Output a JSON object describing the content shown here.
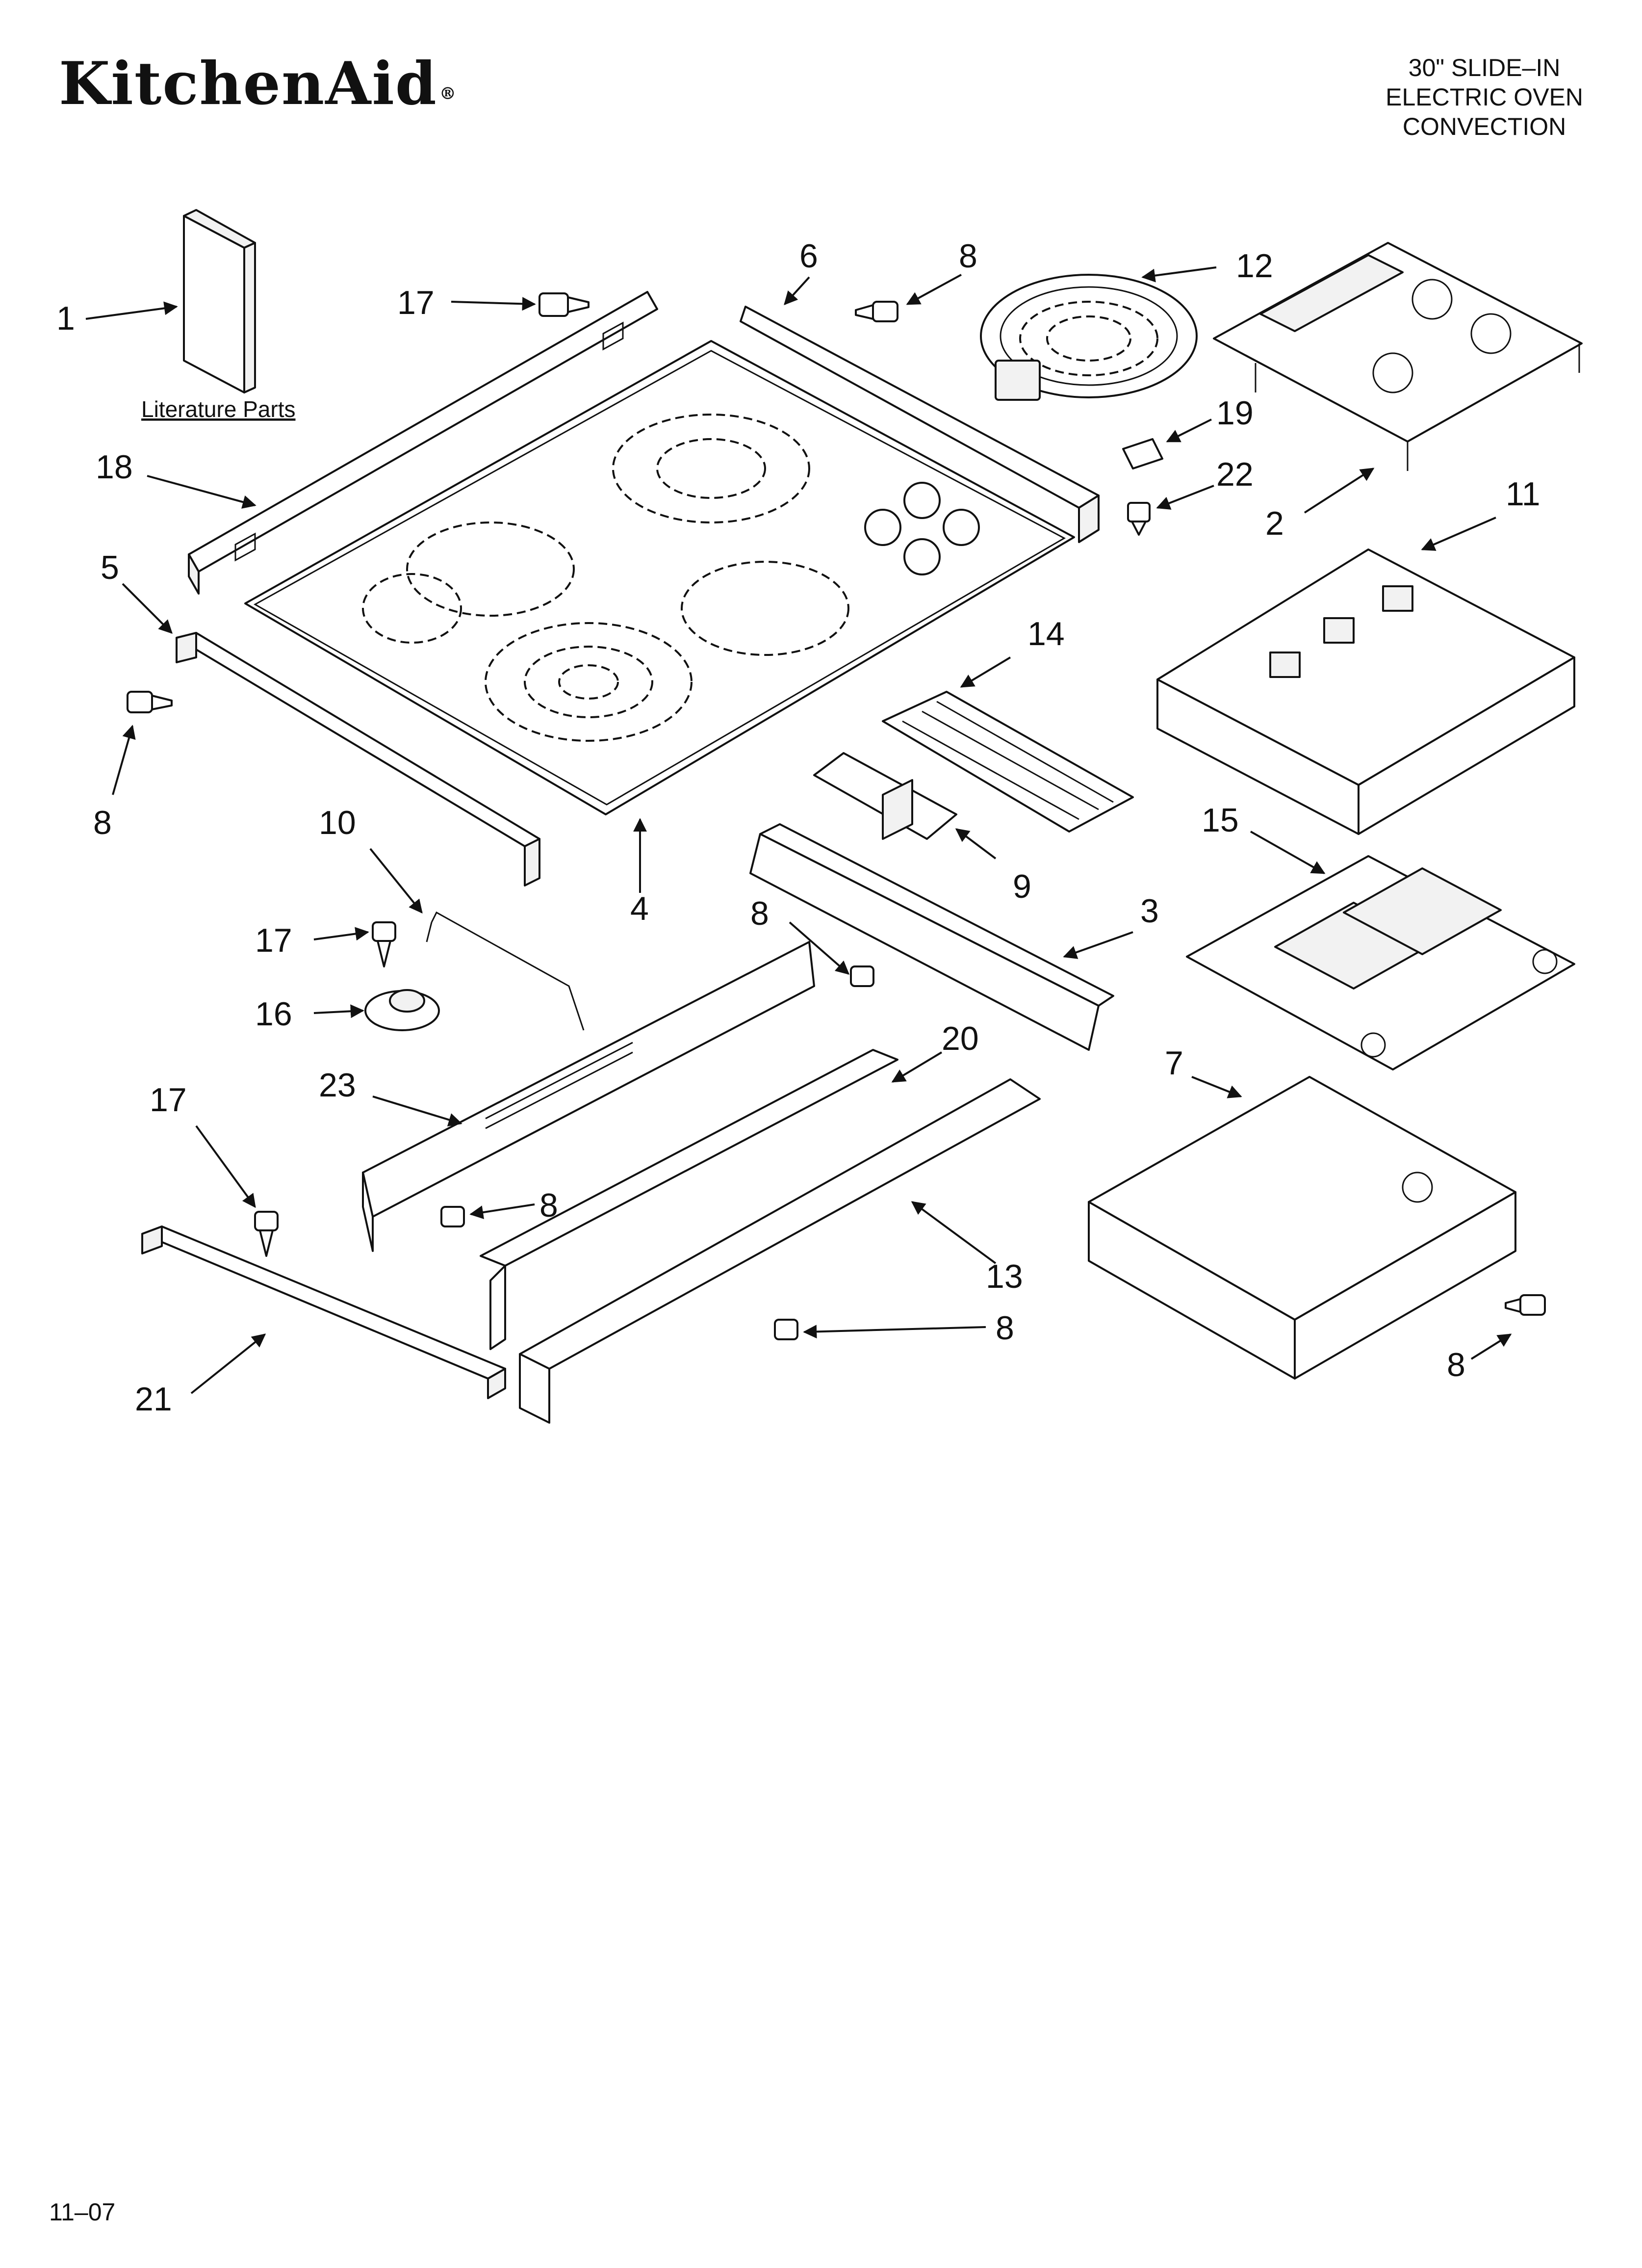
{
  "header": {
    "brand": "KitchenAid",
    "brand_mark": "®",
    "model_lines": [
      "30\" SLIDE–IN",
      "ELECTRIC OVEN",
      "CONVECTION"
    ]
  },
  "literature_caption": "Literature Parts",
  "callouts": [
    {
      "id": "c1",
      "text": "1"
    },
    {
      "id": "c17a",
      "text": "17"
    },
    {
      "id": "c18",
      "text": "18"
    },
    {
      "id": "c5",
      "text": "5"
    },
    {
      "id": "c8a",
      "text": "8"
    },
    {
      "id": "c6",
      "text": "6"
    },
    {
      "id": "c8b",
      "text": "8"
    },
    {
      "id": "c12",
      "text": "12"
    },
    {
      "id": "c19",
      "text": "19"
    },
    {
      "id": "c22",
      "text": "22"
    },
    {
      "id": "c2",
      "text": "2"
    },
    {
      "id": "c11",
      "text": "11"
    },
    {
      "id": "c14",
      "text": "14"
    },
    {
      "id": "c4",
      "text": "4"
    },
    {
      "id": "c10",
      "text": "10"
    },
    {
      "id": "c9",
      "text": "9"
    },
    {
      "id": "c3",
      "text": "3"
    },
    {
      "id": "c8c",
      "text": "8"
    },
    {
      "id": "c15",
      "text": "15"
    },
    {
      "id": "c17b",
      "text": "17"
    },
    {
      "id": "c16",
      "text": "16"
    },
    {
      "id": "c20",
      "text": "20"
    },
    {
      "id": "c23",
      "text": "23"
    },
    {
      "id": "c7",
      "text": "7"
    },
    {
      "id": "c17c",
      "text": "17"
    },
    {
      "id": "c8d",
      "text": "8"
    },
    {
      "id": "c13",
      "text": "13"
    },
    {
      "id": "c8e",
      "text": "8"
    },
    {
      "id": "c8f",
      "text": "8"
    },
    {
      "id": "c21",
      "text": "21"
    }
  ],
  "footer": {
    "date_code": "11–07"
  }
}
